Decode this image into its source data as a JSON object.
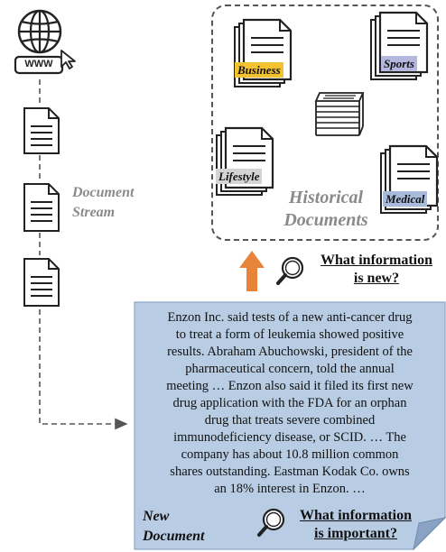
{
  "icons": {
    "globe": "globe-icon",
    "cursor": "cursor-icon",
    "document": "document-icon",
    "magnifier": "magnifier-icon",
    "arrow": "up-arrow-icon"
  },
  "globe_tag": "WWW",
  "stream_label": {
    "line1": "Document",
    "line2": "Stream"
  },
  "historical": {
    "line1": "Historical",
    "line2": "Documents",
    "categories": {
      "business": "Business",
      "sports": "Sports",
      "lifestyle": "Lifestyle",
      "medical": "Medical"
    }
  },
  "question_new": {
    "line1": "What information",
    "line2": "is new?"
  },
  "new_document": {
    "text_lines": [
      "Enzon Inc. said tests of a new anti-cancer drug",
      "to treat a form of leukemia showed positive",
      "results. Abraham Abuchowski, president of the",
      "pharmaceutical concern, told the annual",
      "meeting … Enzon also said it filed its first new",
      "drug application with the FDA for an orphan",
      "drug that treats severe combined",
      "immunodeficiency disease, or SCID. … The",
      "company has about 10.8 million common",
      "shares outstanding. Eastman Kodak Co. owns",
      "an 18% interest in Enzon. …"
    ],
    "label_line1": "New",
    "label_line2": "Document",
    "question": {
      "line1": "What information",
      "line2": "is important?"
    }
  },
  "colors": {
    "note_fill": "#b8cde3",
    "business_highlight": "#f2c230",
    "sports_highlight": "#b4b7de",
    "medical_highlight": "#a9bbdb",
    "lifestyle_highlight": "#d4d4d4",
    "arrow": "#e8833a",
    "label_gray": "#8a8a8a"
  }
}
